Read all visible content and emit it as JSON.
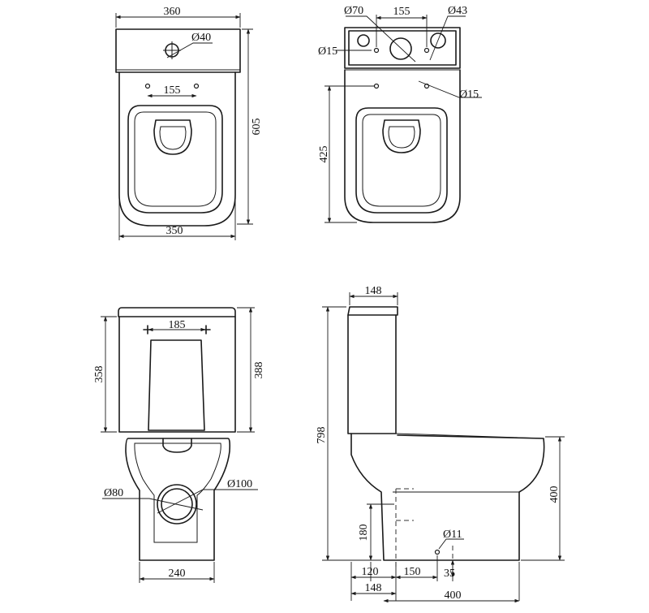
{
  "top_view": {
    "width_top": "360",
    "tap_hole": "Ø40",
    "bolt_spacing": "155",
    "depth": "605",
    "width_bottom": "350"
  },
  "tank_view": {
    "outlet": "Ø70",
    "spacing": "155",
    "inlet": "Ø43",
    "small_hole_left": "Ø15",
    "small_hole_right": "Ø15",
    "bowl_length": "425"
  },
  "front_view": {
    "bolt_spacing": "185",
    "tank_height_inner": "358",
    "tank_height_outer": "388",
    "outlet_inner": "Ø80",
    "outlet_outer": "Ø100",
    "base_width": "240"
  },
  "side_view": {
    "tank_depth": "148",
    "total_height": "798",
    "seat_height": "400",
    "outlet_height": "180",
    "outlet_offset": "120",
    "fix_spacing": "150",
    "fix_hole": "Ø11",
    "fix_height": "35",
    "tank_offset": "148",
    "base_length": "400"
  }
}
